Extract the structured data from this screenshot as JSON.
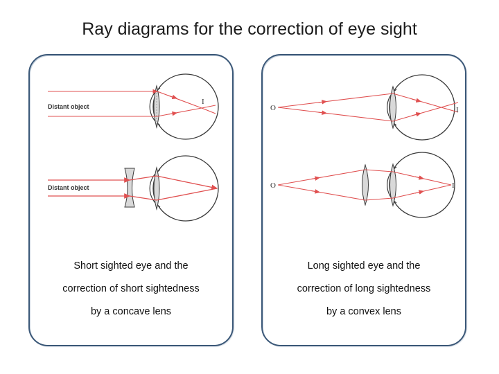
{
  "title": "Ray diagrams for the correction of eye sight",
  "left_panel": {
    "object_label_top": "Distant object",
    "object_label_bottom": "Distant object",
    "image_label": "I",
    "caption": [
      "Short sighted eye and the",
      "correction of short sightedness",
      "by a concave lens"
    ]
  },
  "right_panel": {
    "object_label_top": "O",
    "object_label_bottom": "O",
    "image_label_top": "I",
    "image_label_bottom": "I",
    "caption": [
      "Long sighted eye and the",
      "correction of long sightedness",
      "by a convex lens"
    ]
  },
  "colors": {
    "ray": "#e05050",
    "outline": "#3a3a3a",
    "panel_border": "#3b5878"
  }
}
